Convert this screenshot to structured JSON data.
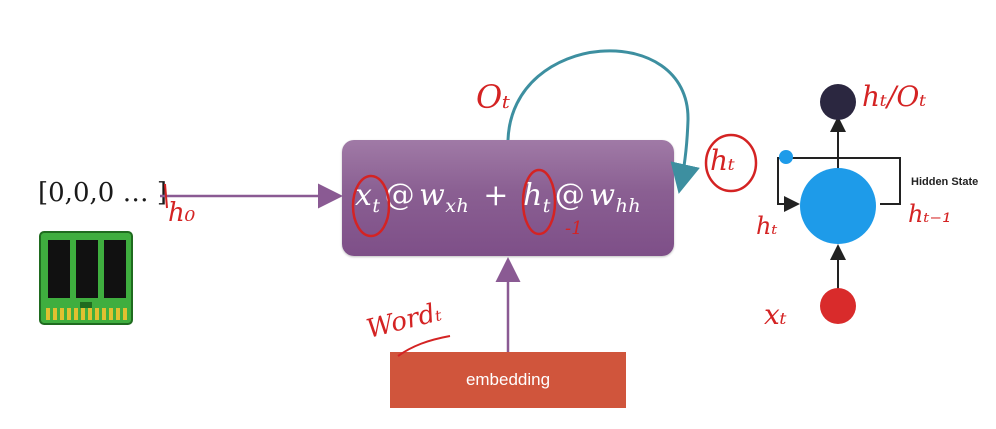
{
  "vector": "[0,0,0 … ]",
  "formula": {
    "x_var": "x",
    "x_sub": "t",
    "at1": "@",
    "w1": "w",
    "w1_sub": "xh",
    "plus": "+",
    "h_var": "h",
    "h_sub": "t",
    "at2": "@",
    "w2": "w",
    "w2_sub": "hh"
  },
  "embedding_label": "embedding",
  "hidden_state_label": "Hidden State",
  "handwriting": {
    "h0": "h₀",
    "o_t": "Oₜ",
    "h_t_circled": "hₜ",
    "word_t": "Wordₜ",
    "minus_one": "-1",
    "ht_ot": "hₜ/Oₜ",
    "ht_left": "hₜ",
    "ht_minus_1": "hₜ₋₁",
    "xt": "xₜ"
  },
  "colors": {
    "formula_box": "#8a5f92",
    "embedding_box": "#d0553c",
    "arrow_purple": "#8a5a93",
    "loop_arrow": "#3d8fa0",
    "hidden_node": "#1e9be9",
    "input_node": "#d92b2b",
    "output_node": "#2b2740",
    "ink_red": "#d42323",
    "memory_green": "#3fae3f"
  },
  "icons": [
    "memory-chip-icon"
  ]
}
